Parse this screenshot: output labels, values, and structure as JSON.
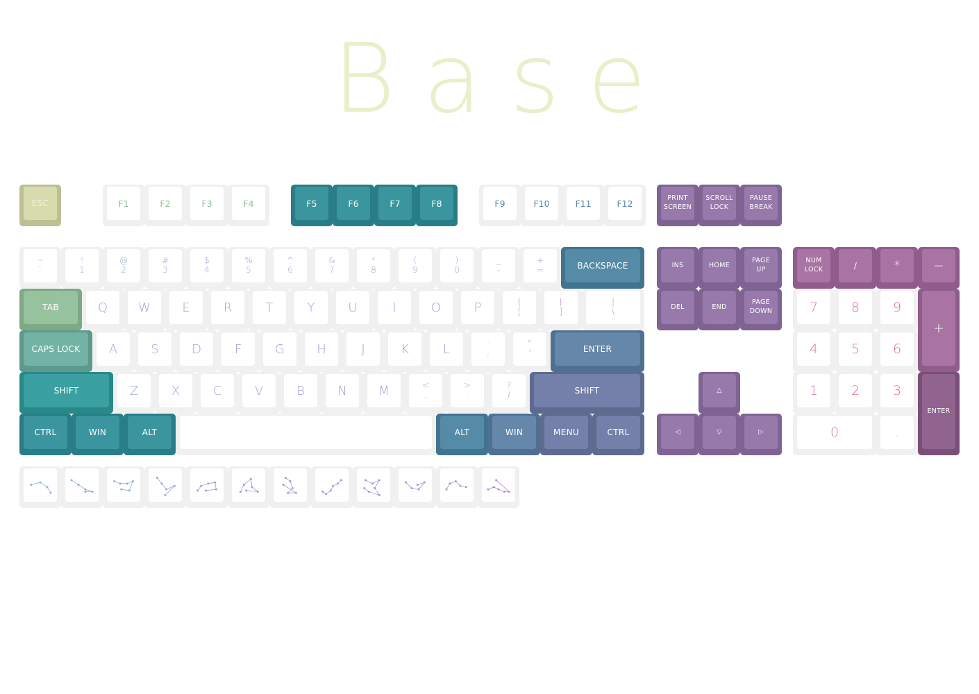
{
  "title": "Base",
  "colors": {
    "white_key": "#f0f0f0",
    "white_cap": "#ffffff",
    "esc": "#d6daa8",
    "green1": "#8fbf98",
    "green2": "#6aae9f",
    "teal1": "#2f9a9b",
    "teal2": "#2e8e98",
    "blue1": "#4a84a1",
    "blue2": "#5b7fa5",
    "slate": "#6b78a3",
    "purple1": "#9070a6",
    "purple2": "#9a6ea9",
    "magenta": "#a46a9e",
    "wine": "#8a5a88"
  },
  "rows": {
    "function": [
      {
        "id": "esc",
        "label": "ESC"
      },
      {
        "id": "f1",
        "label": "F1"
      },
      {
        "id": "f2",
        "label": "F2"
      },
      {
        "id": "f3",
        "label": "F3"
      },
      {
        "id": "f4",
        "label": "F4"
      },
      {
        "id": "f5",
        "label": "F5"
      },
      {
        "id": "f6",
        "label": "F6"
      },
      {
        "id": "f7",
        "label": "F7"
      },
      {
        "id": "f8",
        "label": "F8"
      },
      {
        "id": "f9",
        "label": "F9"
      },
      {
        "id": "f10",
        "label": "F10"
      },
      {
        "id": "f11",
        "label": "F11"
      },
      {
        "id": "f12",
        "label": "F12"
      },
      {
        "id": "print-screen",
        "label": "PRINT\nSCREEN"
      },
      {
        "id": "scroll-lock",
        "label": "SCROLL\nLOCK"
      },
      {
        "id": "pause-break",
        "label": "PAUSE\nBREAK"
      }
    ],
    "number": [
      {
        "id": "tilde",
        "label": "~\n`"
      },
      {
        "id": "1",
        "label": "!\n1"
      },
      {
        "id": "2",
        "label": "@\n2"
      },
      {
        "id": "3",
        "label": "#\n3"
      },
      {
        "id": "4",
        "label": "$\n4"
      },
      {
        "id": "5",
        "label": "%\n5"
      },
      {
        "id": "6",
        "label": "^\n6"
      },
      {
        "id": "7",
        "label": "&\n7"
      },
      {
        "id": "8",
        "label": "*\n8"
      },
      {
        "id": "9",
        "label": "(\n9"
      },
      {
        "id": "0",
        "label": ")\n0"
      },
      {
        "id": "minus",
        "label": "_\n-"
      },
      {
        "id": "equals",
        "label": "+\n="
      },
      {
        "id": "backspace",
        "label": "BACKSPACE"
      }
    ],
    "qwerty": [
      {
        "id": "tab",
        "label": "TAB"
      },
      {
        "id": "q",
        "label": "Q"
      },
      {
        "id": "w",
        "label": "W"
      },
      {
        "id": "e",
        "label": "E"
      },
      {
        "id": "r",
        "label": "R"
      },
      {
        "id": "t",
        "label": "T"
      },
      {
        "id": "y",
        "label": "Y"
      },
      {
        "id": "u",
        "label": "U"
      },
      {
        "id": "i",
        "label": "I"
      },
      {
        "id": "o",
        "label": "O"
      },
      {
        "id": "p",
        "label": "P"
      },
      {
        "id": "lbracket",
        "label": "{\n["
      },
      {
        "id": "rbracket",
        "label": "}\n]"
      },
      {
        "id": "backslash",
        "label": "|\n\\"
      }
    ],
    "home": [
      {
        "id": "caps-lock",
        "label": "CAPS LOCK"
      },
      {
        "id": "a",
        "label": "A"
      },
      {
        "id": "s",
        "label": "S"
      },
      {
        "id": "d",
        "label": "D"
      },
      {
        "id": "f",
        "label": "F"
      },
      {
        "id": "g",
        "label": "G"
      },
      {
        "id": "h",
        "label": "H"
      },
      {
        "id": "j",
        "label": "J"
      },
      {
        "id": "k",
        "label": "K"
      },
      {
        "id": "l",
        "label": "L"
      },
      {
        "id": "semicolon",
        "label": ":\n;"
      },
      {
        "id": "quote",
        "label": "\"\n'"
      },
      {
        "id": "enter",
        "label": "ENTER"
      }
    ],
    "shift": [
      {
        "id": "lshift",
        "label": "SHIFT"
      },
      {
        "id": "z",
        "label": "Z"
      },
      {
        "id": "x",
        "label": "X"
      },
      {
        "id": "c",
        "label": "C"
      },
      {
        "id": "v",
        "label": "V"
      },
      {
        "id": "b",
        "label": "B"
      },
      {
        "id": "n",
        "label": "N"
      },
      {
        "id": "m",
        "label": "M"
      },
      {
        "id": "comma",
        "label": "<\n,"
      },
      {
        "id": "period",
        "label": ">\n."
      },
      {
        "id": "slash",
        "label": "?\n/"
      },
      {
        "id": "rshift",
        "label": "SHIFT"
      }
    ],
    "bottom": [
      {
        "id": "lctrl",
        "label": "CTRL"
      },
      {
        "id": "lwin",
        "label": "WIN"
      },
      {
        "id": "lalt",
        "label": "ALT"
      },
      {
        "id": "space",
        "label": ""
      },
      {
        "id": "ralt",
        "label": "ALT"
      },
      {
        "id": "rwin",
        "label": "WIN"
      },
      {
        "id": "menu",
        "label": "MENU"
      },
      {
        "id": "rctrl",
        "label": "CTRL"
      }
    ],
    "nav": [
      {
        "id": "ins",
        "label": "INS"
      },
      {
        "id": "home-key",
        "label": "HOME"
      },
      {
        "id": "page-up",
        "label": "PAGE\nUP"
      },
      {
        "id": "del",
        "label": "DEL"
      },
      {
        "id": "end",
        "label": "END"
      },
      {
        "id": "page-down",
        "label": "PAGE\nDOWN"
      }
    ],
    "arrows": [
      {
        "id": "up",
        "label": "△"
      },
      {
        "id": "left",
        "label": "◁"
      },
      {
        "id": "down",
        "label": "▽"
      },
      {
        "id": "right",
        "label": "▷"
      }
    ],
    "numpad": [
      {
        "id": "num-lock",
        "label": "NUM\nLOCK"
      },
      {
        "id": "np-slash",
        "label": "/"
      },
      {
        "id": "np-star",
        "label": "*"
      },
      {
        "id": "np-minus",
        "label": "−"
      },
      {
        "id": "np7",
        "label": "7"
      },
      {
        "id": "np8",
        "label": "8"
      },
      {
        "id": "np9",
        "label": "9"
      },
      {
        "id": "np-plus",
        "label": "+"
      },
      {
        "id": "np4",
        "label": "4"
      },
      {
        "id": "np5",
        "label": "5"
      },
      {
        "id": "np6",
        "label": "6"
      },
      {
        "id": "np1",
        "label": "1"
      },
      {
        "id": "np2",
        "label": "2"
      },
      {
        "id": "np3",
        "label": "3"
      },
      {
        "id": "np-enter",
        "label": "ENTER"
      },
      {
        "id": "np0",
        "label": "0"
      },
      {
        "id": "np-dot",
        "label": "."
      }
    ]
  },
  "constellations": [
    "aries",
    "taurus",
    "gemini",
    "cancer",
    "leo",
    "virgo",
    "libra",
    "scorpio",
    "sagittarius",
    "capricorn",
    "aquarius",
    "pisces"
  ]
}
